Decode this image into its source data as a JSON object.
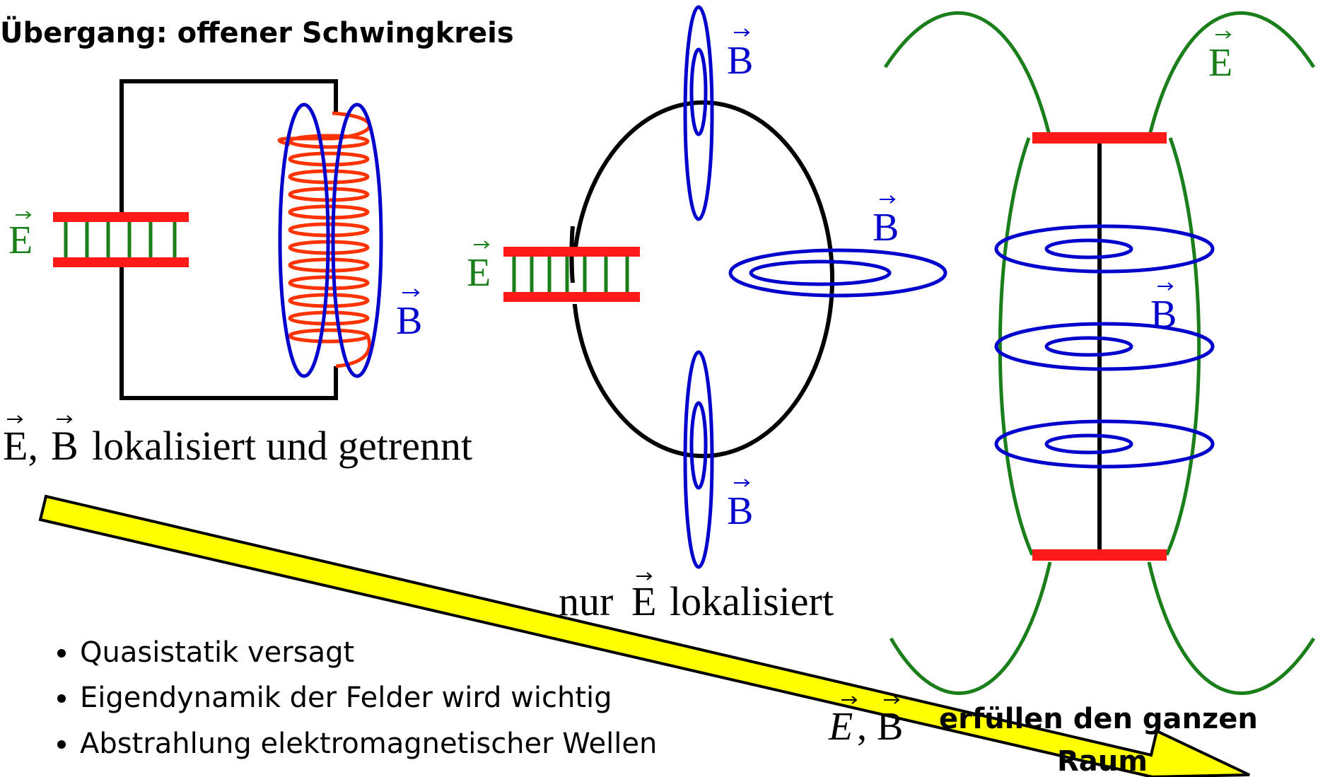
{
  "title": "Übergang: offener Schwingkreis",
  "labels": {
    "E": "E",
    "B": "B",
    "EB_localized": "E, B lokalisiert und getrennt",
    "only_E_localized": "nur E lokalisiert",
    "EB_fill": "erfüllen den ganzen",
    "EB_fill_2": "Raum"
  },
  "label_parts": {
    "localized_rest": "lokalisiert und getrennt",
    "nur": "nur",
    "lokalisiert": "lokalisiert",
    "comma": ","
  },
  "bullets": [
    "Quasistatik versagt",
    "Eigendynamik der Felder wird wichtig",
    "Abstrahlung elektromagnetischer Wellen"
  ],
  "colors": {
    "capacitor_plate": "#ff1a1a",
    "e_field": "#1a7f1a",
    "b_field": "#0000cc",
    "coil": "#ff3300",
    "wire": "#000000",
    "arrow_fill": "#ffff00"
  }
}
